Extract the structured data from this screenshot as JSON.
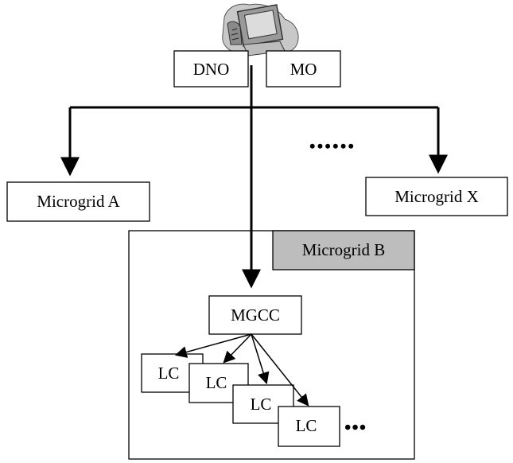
{
  "diagram": {
    "nodes": {
      "dno": "DNO",
      "mo": "MO",
      "microgrid_a": "Microgrid A",
      "microgrid_x": "Microgrid X",
      "microgrid_b": "Microgrid B",
      "mgcc": "MGCC",
      "lc_1": "LC",
      "lc_2": "LC",
      "lc_3": "LC",
      "lc_4": "LC"
    },
    "ellipsis_top": "••••••",
    "ellipsis_lc": "•••"
  },
  "colors": {
    "line": "#000000",
    "box_fill": "#ffffff",
    "header_fill": "#bdbdbd",
    "monitor_shadow": "#c8c8c8"
  },
  "icons": [
    "computer-workstation-icon"
  ]
}
